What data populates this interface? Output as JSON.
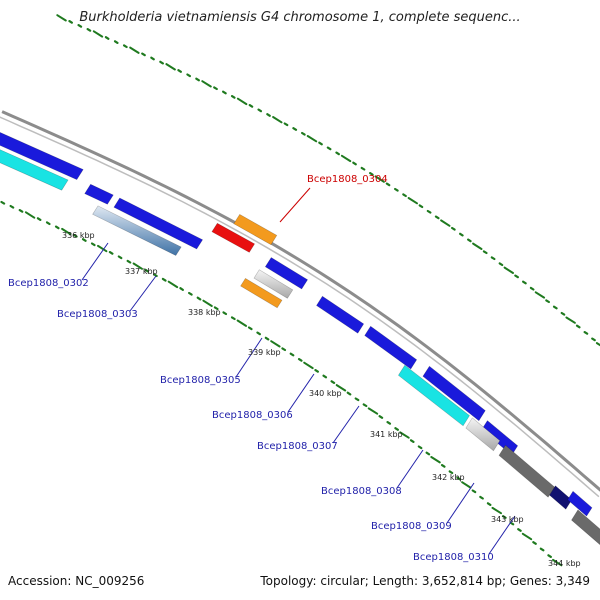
{
  "title": "Burkholderia vietnamiensis G4 chromosome 1, complete sequenc...",
  "accession_text": "Accession: NC_009256",
  "stats_text": "Topology: circular; Length: 3,652,814 bp; Genes: 3,349",
  "colors": {
    "backbone": "#8c8c8c",
    "tick": "#1f7a1f",
    "blue": "#1a1adb",
    "cyan": "#19e3e3",
    "orange": "#f39a1e",
    "red": "#e81010",
    "steel": "#4a7fb0",
    "silver": "#c2c2c2",
    "gray": "#6a6a6a",
    "navy": "#111170",
    "label_red": "#cc0000",
    "label_blue": "#2222aa"
  },
  "kbp_labels": [
    "336 kbp",
    "337 kbp",
    "338 kbp",
    "339 kbp",
    "340 kbp",
    "341 kbp",
    "342 kbp",
    "343 kbp",
    "344 kbp"
  ],
  "gene_labels": [
    {
      "name": "Bcep1808_0304",
      "highlight": true
    },
    {
      "name": "Bcep1808_0302",
      "highlight": false
    },
    {
      "name": "Bcep1808_0303",
      "highlight": false
    },
    {
      "name": "Bcep1808_0305",
      "highlight": false
    },
    {
      "name": "Bcep1808_0306",
      "highlight": false
    },
    {
      "name": "Bcep1808_0307",
      "highlight": false
    },
    {
      "name": "Bcep1808_0308",
      "highlight": false
    },
    {
      "name": "Bcep1808_0309",
      "highlight": false
    },
    {
      "name": "Bcep1808_0310",
      "highlight": false
    }
  ]
}
